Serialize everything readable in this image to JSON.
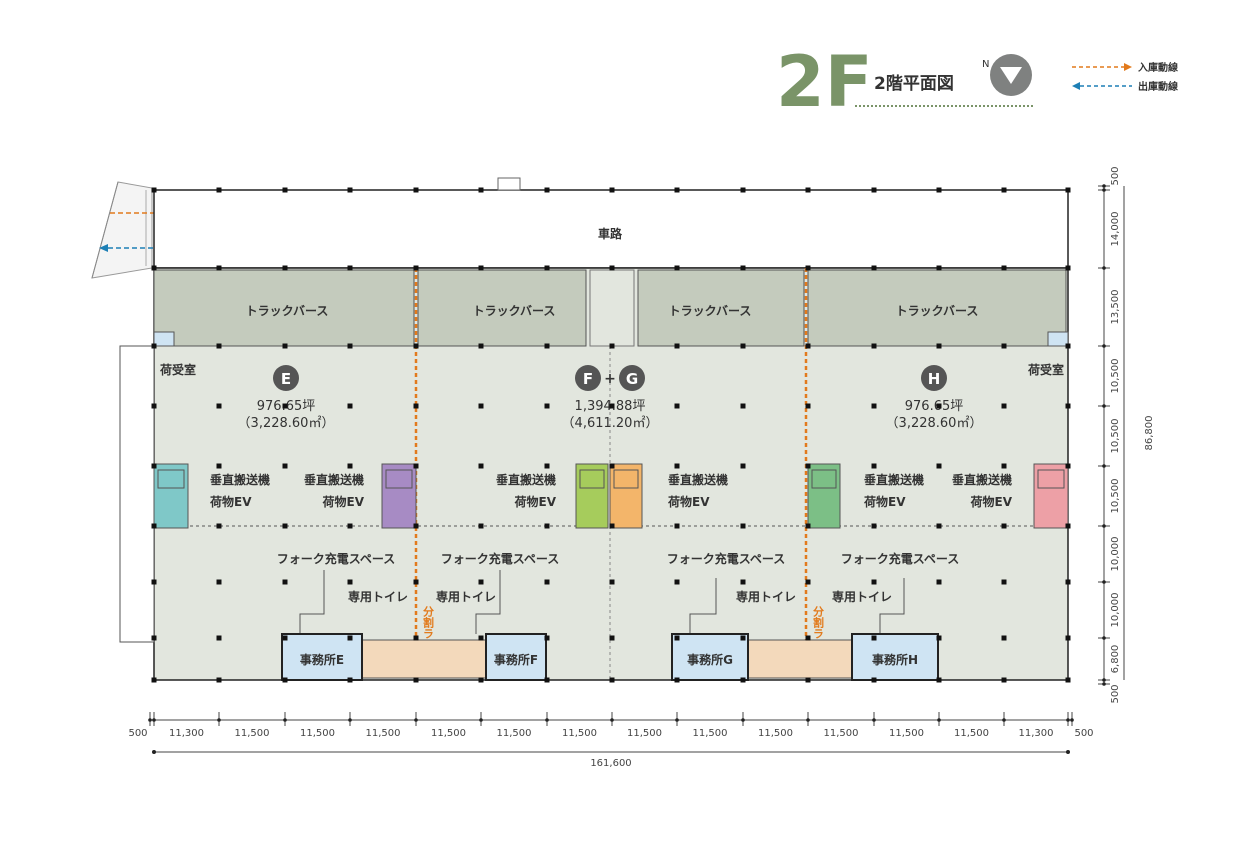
{
  "header": {
    "floor_big": "2F",
    "floor_title": "2階平面図",
    "north_mark": "N"
  },
  "legend": {
    "inbound": "入庫動線",
    "outbound": "出庫動線"
  },
  "colors": {
    "floor_bg": "#e2e6de",
    "berth_bg": "#c4cbbd",
    "brand_green": "#7a9468",
    "inbound": "#e27a1c",
    "outbound": "#1d7fb5",
    "office_bg": "#cfe4f3",
    "toilet_bg": "#f3d9bb",
    "unit_E_eq": "#7fc8c8",
    "unit_F_left_eq": "#a78bc4",
    "unit_F_eq": "#a6cc5c",
    "unit_G_eq": "#f3b56a",
    "unit_H_left_eq": "#7cbf86",
    "unit_H_eq": "#eda0a6"
  },
  "road": {
    "label": "車路"
  },
  "truck_berth": {
    "label": "トラックバース"
  },
  "receiving_room": "荷受室",
  "units": {
    "E": {
      "badge": "E",
      "area_tsubo": "976.65坪",
      "area_m2": "（3,228.60㎡）"
    },
    "FG": {
      "badge_a": "F",
      "plus": "+",
      "badge_b": "G",
      "area_tsubo": "1,394.88坪",
      "area_m2": "（4,611.20㎡）"
    },
    "H": {
      "badge": "H",
      "area_tsubo": "976.65坪",
      "area_m2": "（3,228.60㎡）"
    }
  },
  "equipment": {
    "vertical_conveyor": "垂直搬送機",
    "cargo_ev": "荷物EV"
  },
  "fork_space": "フォーク充電スペース",
  "private_toilet": "専用トイレ",
  "division_line": "分割ライン",
  "offices": {
    "E": "事務所E",
    "F": "事務所F",
    "G": "事務所G",
    "H": "事務所H"
  },
  "dimensions": {
    "bottom": [
      "500",
      "11,300",
      "11,500",
      "11,500",
      "11,500",
      "11,500",
      "11,500",
      "11,500",
      "11,500",
      "11,500",
      "11,500",
      "11,500",
      "11,500",
      "11,500",
      "11,300",
      "500"
    ],
    "total": "161,600",
    "right": [
      "500",
      "14,000",
      "13,500",
      "10,500",
      "10,500",
      "10,500",
      "10,000",
      "10,000",
      "6,800",
      "500"
    ],
    "right_total": "86,800"
  }
}
